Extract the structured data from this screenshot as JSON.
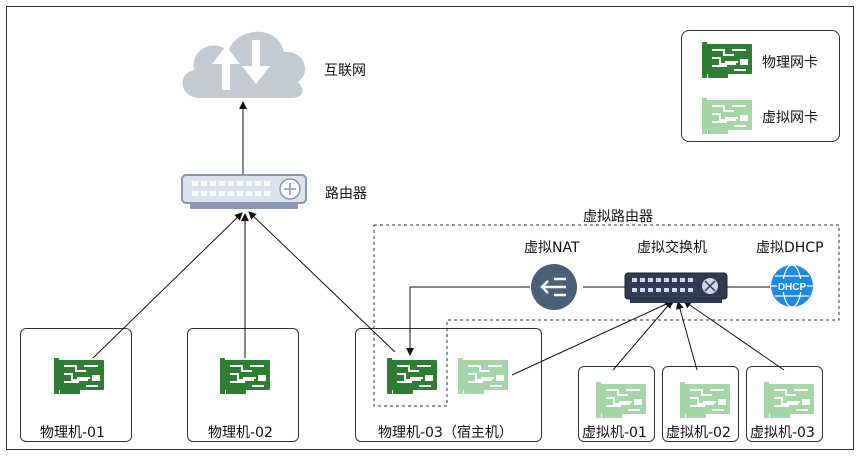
{
  "legend": {
    "physical_nic": "物理网卡",
    "virtual_nic": "虚拟网卡"
  },
  "nodes": {
    "internet": "互联网",
    "router": "路由器",
    "virtual_router": "虚拟路由器",
    "virtual_nat": "虚拟NAT",
    "virtual_switch": "虚拟交换机",
    "virtual_dhcp": "虚拟DHCP",
    "pm01": "物理机-01",
    "pm02": "物理机-02",
    "pm03": "物理机-03（宿主机）",
    "vm01": "虚拟机-01",
    "vm02": "虚拟机-02",
    "vm03": "虚拟机-03"
  },
  "dhcp_icon_text": "DHCP",
  "colors": {
    "physical_nic": "#2e7d32",
    "virtual_nic": "#a5d6a7",
    "cloud": "#c3c9d1",
    "nat": "#4a5f78",
    "dhcp": "#1e88e5"
  }
}
